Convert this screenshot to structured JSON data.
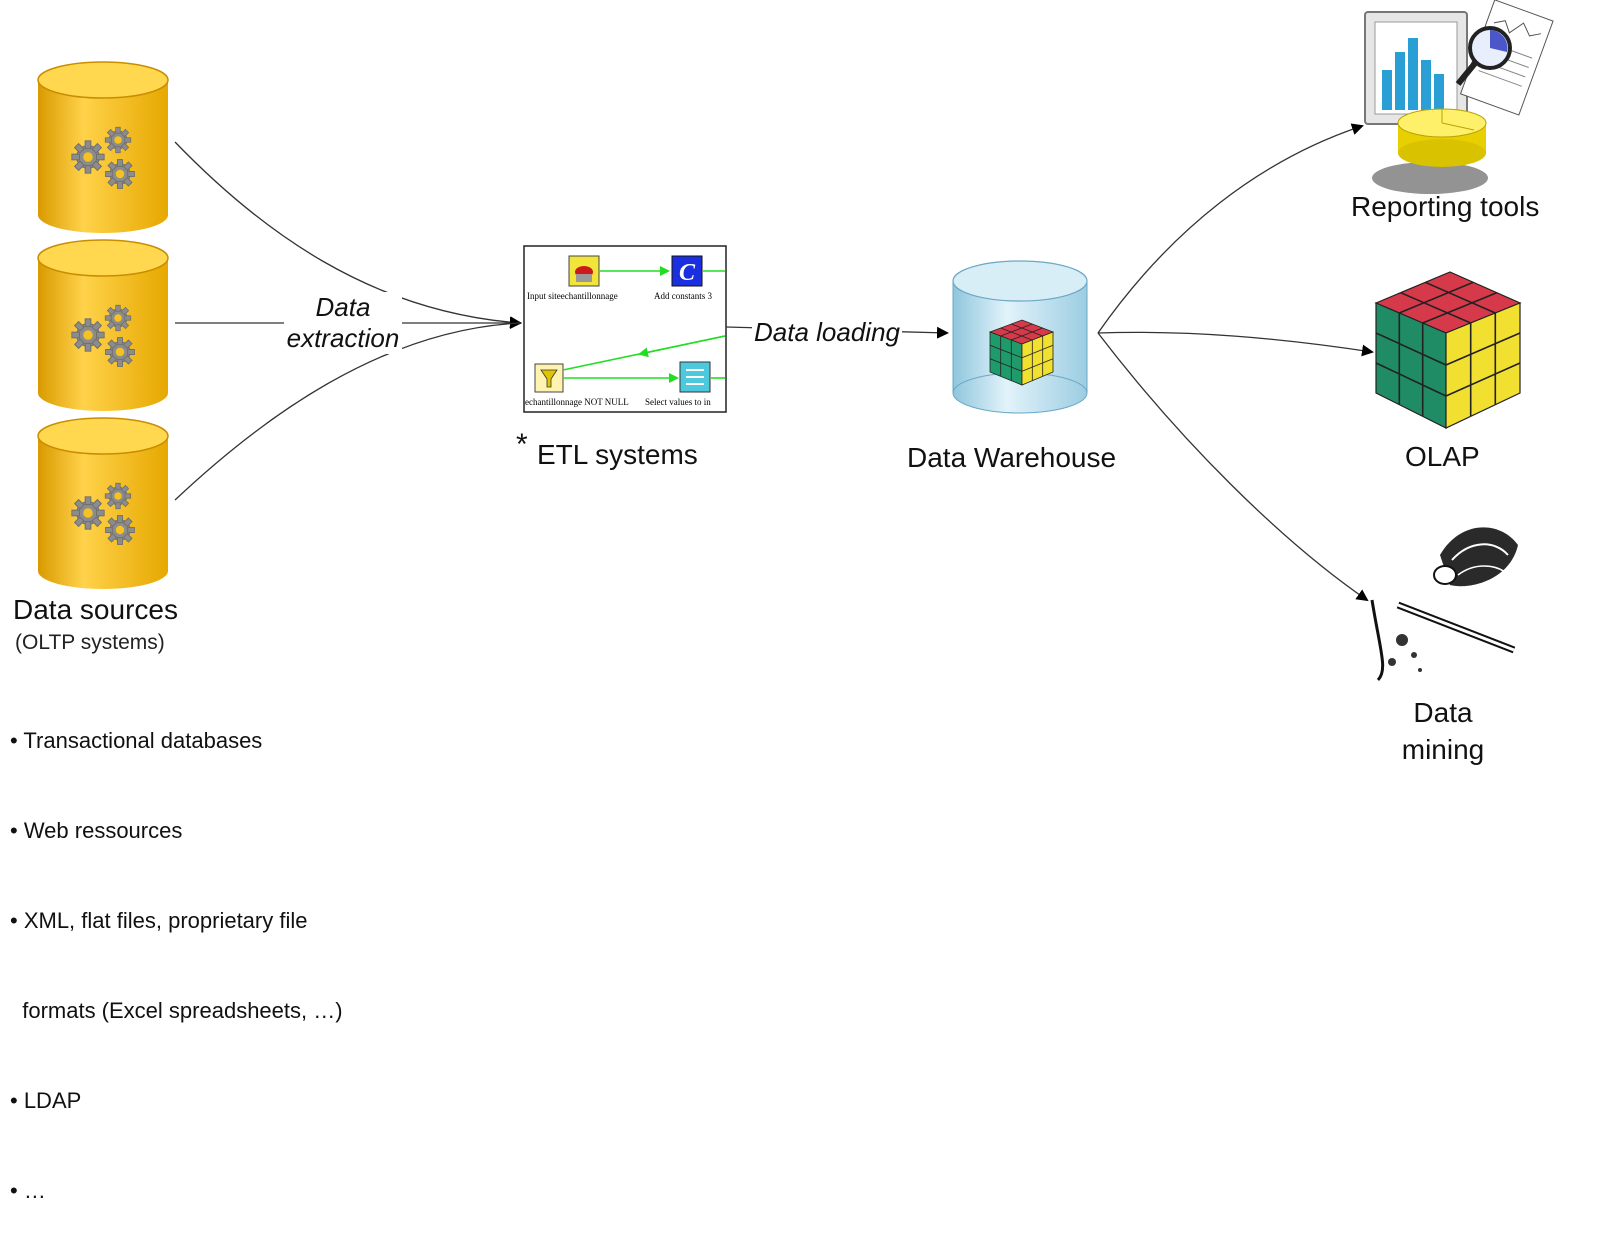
{
  "edges": {
    "extraction_label_line1": "Data",
    "extraction_label_line2": "extraction",
    "loading_label": "Data loading"
  },
  "sources": {
    "title": "Data sources",
    "subtitle": "(OLTP systems)",
    "items": [
      "• Transactional databases",
      "• Web ressources",
      "• XML, flat files, proprietary file",
      "  formats (Excel spreadsheets, …)",
      "• LDAP",
      "• …"
    ]
  },
  "etl": {
    "asterisk": "*",
    "label": "ETL systems",
    "steps": {
      "input": "Input siteechantillonnage",
      "constants": "Add constants 3",
      "filter": "echantillonnage NOT NULL",
      "select": "Select values to in"
    },
    "constants_glyph": "C"
  },
  "warehouse": {
    "label": "Data Warehouse"
  },
  "outputs": {
    "reporting": "Reporting tools",
    "olap": "OLAP",
    "mining_line1": "Data",
    "mining_line2": "mining"
  },
  "colors": {
    "db_yellow": "#f5c222",
    "db_yellow_dark": "#d99a00",
    "gear_gray": "#8c8c8c",
    "warehouse_blue": "#bfe1f0",
    "etl_flow_green": "#22dd22",
    "etl_constant_blue": "#1a2fe0"
  }
}
